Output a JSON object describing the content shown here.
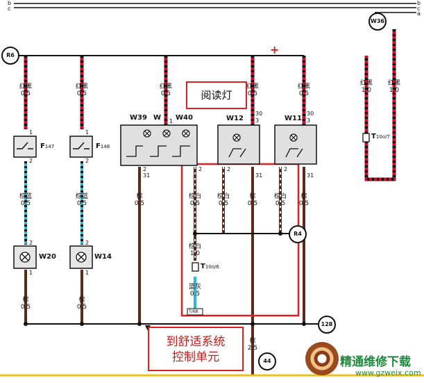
{
  "buses": {
    "left": [
      "b",
      "c"
    ],
    "right": [
      "b",
      "c",
      "a"
    ]
  },
  "nodes": {
    "r6": "R6",
    "w36": "W36",
    "r4": "R4",
    "n128": "128",
    "n44": "44"
  },
  "plus_mark": "+",
  "top_wires": [
    {
      "color": "红黑",
      "size": "0.5"
    },
    {
      "color": "红黑",
      "size": "0.5"
    },
    {
      "color": "红黑",
      "size": "0.5"
    },
    {
      "color": "红黑",
      "size": "0.5"
    },
    {
      "color": "红黑",
      "size": "0.5"
    },
    {
      "color": "红黑",
      "size": "1.0"
    },
    {
      "color": "红黑",
      "size": "1.0"
    }
  ],
  "reading_lamp_callout": "阅读灯",
  "components": {
    "f147": {
      "letter": "F",
      "sub": "147"
    },
    "f148": {
      "letter": "F",
      "sub": "148"
    },
    "w39": "W39",
    "w_a": "W",
    "w40": "W40",
    "w12": "W12",
    "w11": "W11",
    "w20": "W20",
    "w14": "W14",
    "t10o7": {
      "letter": "T",
      "sub": "10o/7"
    },
    "t10o6": {
      "letter": "T",
      "sub": "10o/6"
    }
  },
  "pins": {
    "f147_top": "1",
    "f147_bot": "2",
    "f148_top": "1",
    "f148_bot": "2",
    "w20_top": "2",
    "w20_bot": "1",
    "w14_top": "2",
    "w14_bot": "1",
    "w39_top": "1",
    "w39_bot": "2",
    "w39_31": "31",
    "w40_bot": "2",
    "w12_30": "30",
    "w12_3": "3",
    "w12_2": "2",
    "w12_31": "31",
    "w11_30": "30",
    "w11_3": "3",
    "w11_2": "2",
    "w11_31": "31",
    "connector_code": "T/68"
  },
  "bottom_wires": [
    {
      "color": "棕蓝",
      "size": "0.5"
    },
    {
      "color": "棕蓝",
      "size": "0.5"
    },
    {
      "color": "棕",
      "size": "0.5"
    },
    {
      "color": "棕白",
      "size": "0.5"
    },
    {
      "color": "棕白",
      "size": "0.5"
    },
    {
      "color": "棕",
      "size": "0.5"
    },
    {
      "color": "棕白",
      "size": "0.5"
    },
    {
      "color": "棕",
      "size": "0.5"
    }
  ],
  "lower_wires": [
    {
      "color": "棕",
      "size": "0.5"
    },
    {
      "color": "棕",
      "size": "0.5"
    }
  ],
  "mid_wire": {
    "color": "棕白",
    "size": "1.0"
  },
  "after_t10_wire": {
    "color": "蓝灰",
    "size": "0.5"
  },
  "ground_wire": {
    "color": "棕",
    "size": "2.5"
  },
  "destination": {
    "line1": "到舒适系统",
    "line2": "控制单元"
  },
  "watermark": {
    "title": "精通维修下载",
    "url": "www.gzweix.com"
  },
  "colors": {
    "highlight_red": "#e02020",
    "wire_red": "#c8102e",
    "wire_blue": "#2fb8d6",
    "ground_brown": "#5a2a1a",
    "bus_yellow": "#e8c21a"
  }
}
